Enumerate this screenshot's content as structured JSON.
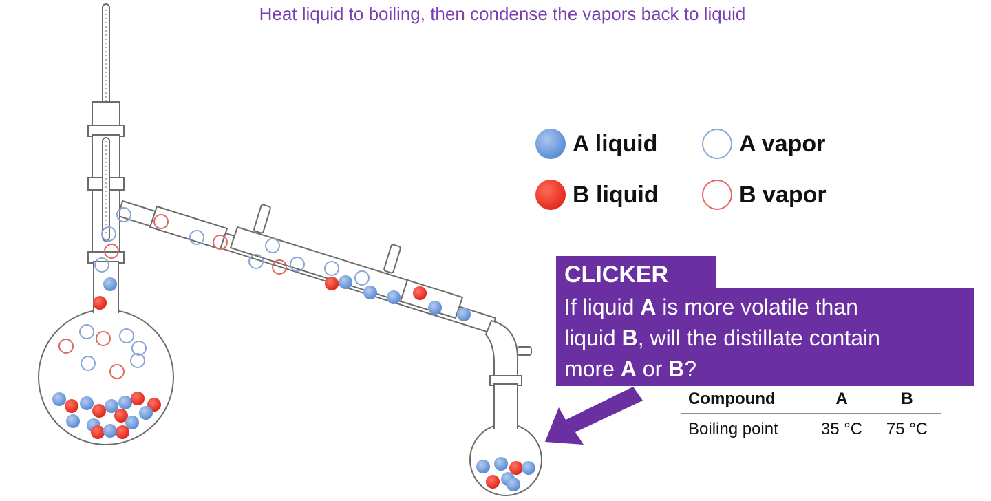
{
  "title": "Heat liquid to boiling, then condense the vapors back to liquid",
  "legend": {
    "a_liquid": "A liquid",
    "a_vapor": "A vapor",
    "b_liquid": "B liquid",
    "b_vapor": "B vapor"
  },
  "clicker": {
    "heading": "CLICKER",
    "line1_pre": "If liquid ",
    "line1_a": "A",
    "line1_post": " is more volatile than",
    "line2_pre": "liquid ",
    "line2_b": "B",
    "line2_post": ", will the distillate contain",
    "line3_pre": "more ",
    "line3_a": "A",
    "line3_mid": " or ",
    "line3_b": "B",
    "line3_post": "?"
  },
  "table": {
    "headers": [
      "Compound",
      "A",
      "B"
    ],
    "row": {
      "label": "Boiling point",
      "a": "35 °C",
      "b": "75 °C"
    }
  },
  "colors": {
    "a": "#6b9be0",
    "b": "#e8291c",
    "accent": "#6a2fa1",
    "title": "#7a3fb0"
  }
}
